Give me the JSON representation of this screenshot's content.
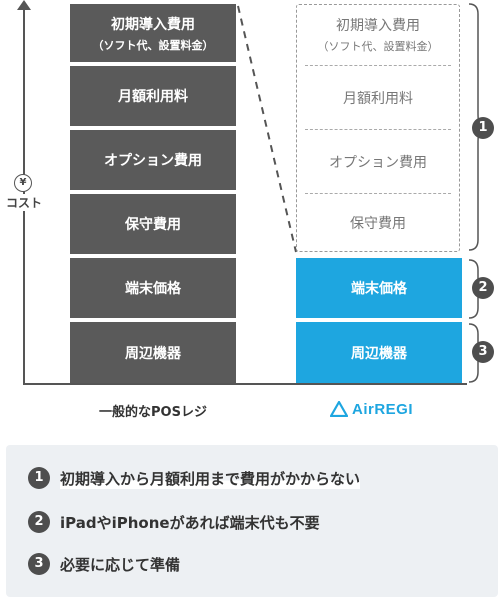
{
  "axis": {
    "currency_symbol": "¥",
    "label": "コスト"
  },
  "general_pos": {
    "label": "一般的なPOSレジ",
    "items": [
      {
        "label": "初期導入費用",
        "sub": "（ソフト代、設置料金）"
      },
      {
        "label": "月額利用料"
      },
      {
        "label": "オプション費用"
      },
      {
        "label": "保守費用"
      },
      {
        "label": "端末価格"
      },
      {
        "label": "周辺機器"
      }
    ]
  },
  "airregi": {
    "logo_text": "AirREGI",
    "dashed_items": [
      {
        "label": "初期導入費用",
        "sub": "（ソフト代、設置料金）"
      },
      {
        "label": "月額利用料"
      },
      {
        "label": "オプション費用"
      },
      {
        "label": "保守費用"
      }
    ],
    "solid_items": [
      {
        "label": "端末価格"
      },
      {
        "label": "周辺機器"
      }
    ],
    "colors": {
      "accent": "#1ea6e0",
      "dark_box": "#5a5a5a"
    }
  },
  "badges": [
    "1",
    "2",
    "3"
  ],
  "notes": [
    {
      "num": "1",
      "text": "初期導入から月額利用まで費用がかからない"
    },
    {
      "num": "2",
      "text": "iPadやiPhoneがあれば端末代も不要"
    },
    {
      "num": "3",
      "text": "必要に応じて準備"
    }
  ]
}
